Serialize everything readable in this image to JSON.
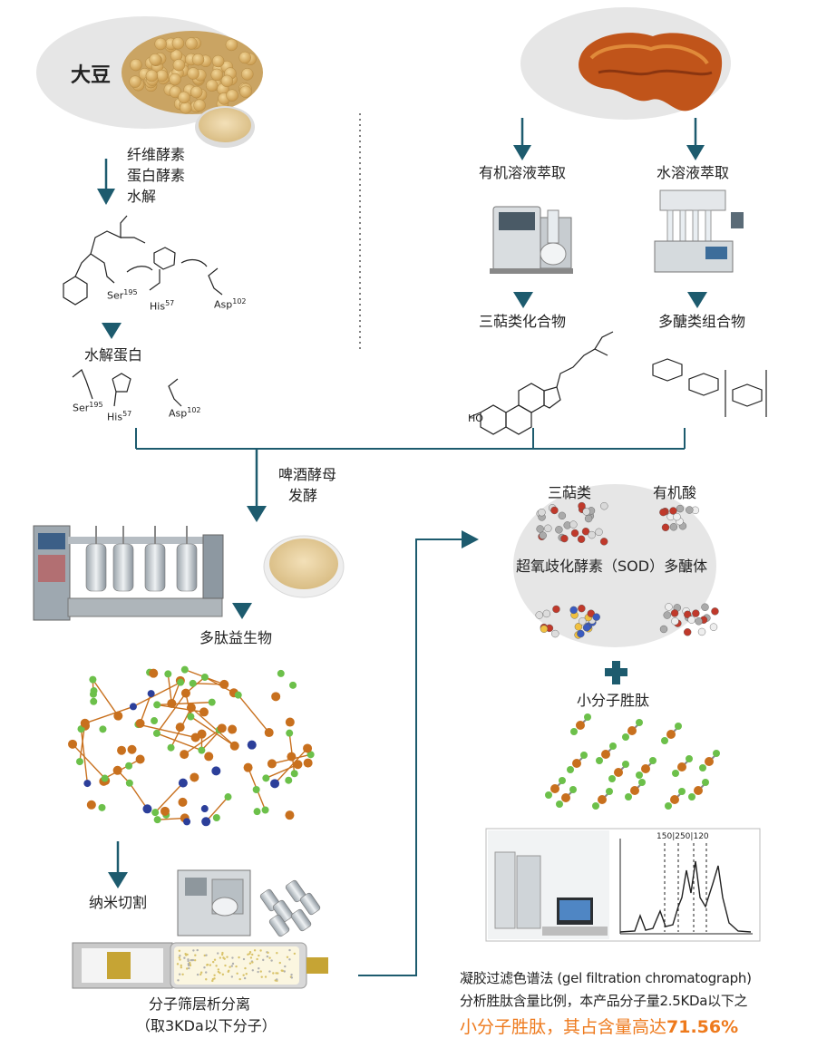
{
  "colors": {
    "arrow": "#1d5b6e",
    "highlight": "#ee7a1d",
    "ellipse": "#e6e6e6",
    "atom_orange": "#c8701e",
    "atom_green": "#6cc04a",
    "atom_blue": "#2c3f9a"
  },
  "left": {
    "source": "大豆",
    "step1": [
      "纤维酵素",
      "蛋白酵素",
      "水解"
    ],
    "result1": "水解蛋白",
    "residues": {
      "ser": "Ser",
      "ser_sup": "195",
      "his": "His",
      "his_sup": "57",
      "asp": "Asp",
      "asp_sup": "102"
    }
  },
  "right": {
    "extract_organic": "有机溶液萃取",
    "extract_water": "水溶液萃取",
    "product_terpene": "三萜类化合物",
    "product_polysaccharide": "多醣类组合物",
    "ho_label": "HO"
  },
  "merge": {
    "ferment": [
      "啤酒酵母",
      "发酵"
    ],
    "probiotic": "多肽益生物",
    "nano": "纳米切割",
    "sieve": "分子筛层析分离",
    "sieve_note": "（取3KDa以下分子）"
  },
  "compounds": {
    "terpene": "三萜类",
    "acid": "有机酸",
    "sod": "超氧歧化酵素（SOD）多醣体",
    "plus": "+",
    "peptide": "小分子胜肽"
  },
  "chromatogram": {
    "peak_labels": [
      "150",
      "250",
      "120"
    ]
  },
  "conclusion": {
    "line1": "凝胶过滤色谱法 (gel filtration chromatograph)",
    "line2": "分析胜肽含量比例，本产品分子量2.5KDa以下之",
    "line3_prefix": "小分子胜肽，其占含量高达",
    "line3_value": "71.56%"
  },
  "icons": [
    "soybean-image",
    "reishi-image",
    "extractor-image",
    "fermenter-image",
    "powder-image",
    "molecule-network-image",
    "membrane-image",
    "hplc-image",
    "arrow-down-icon",
    "arrow-right-icon",
    "plus-icon"
  ]
}
